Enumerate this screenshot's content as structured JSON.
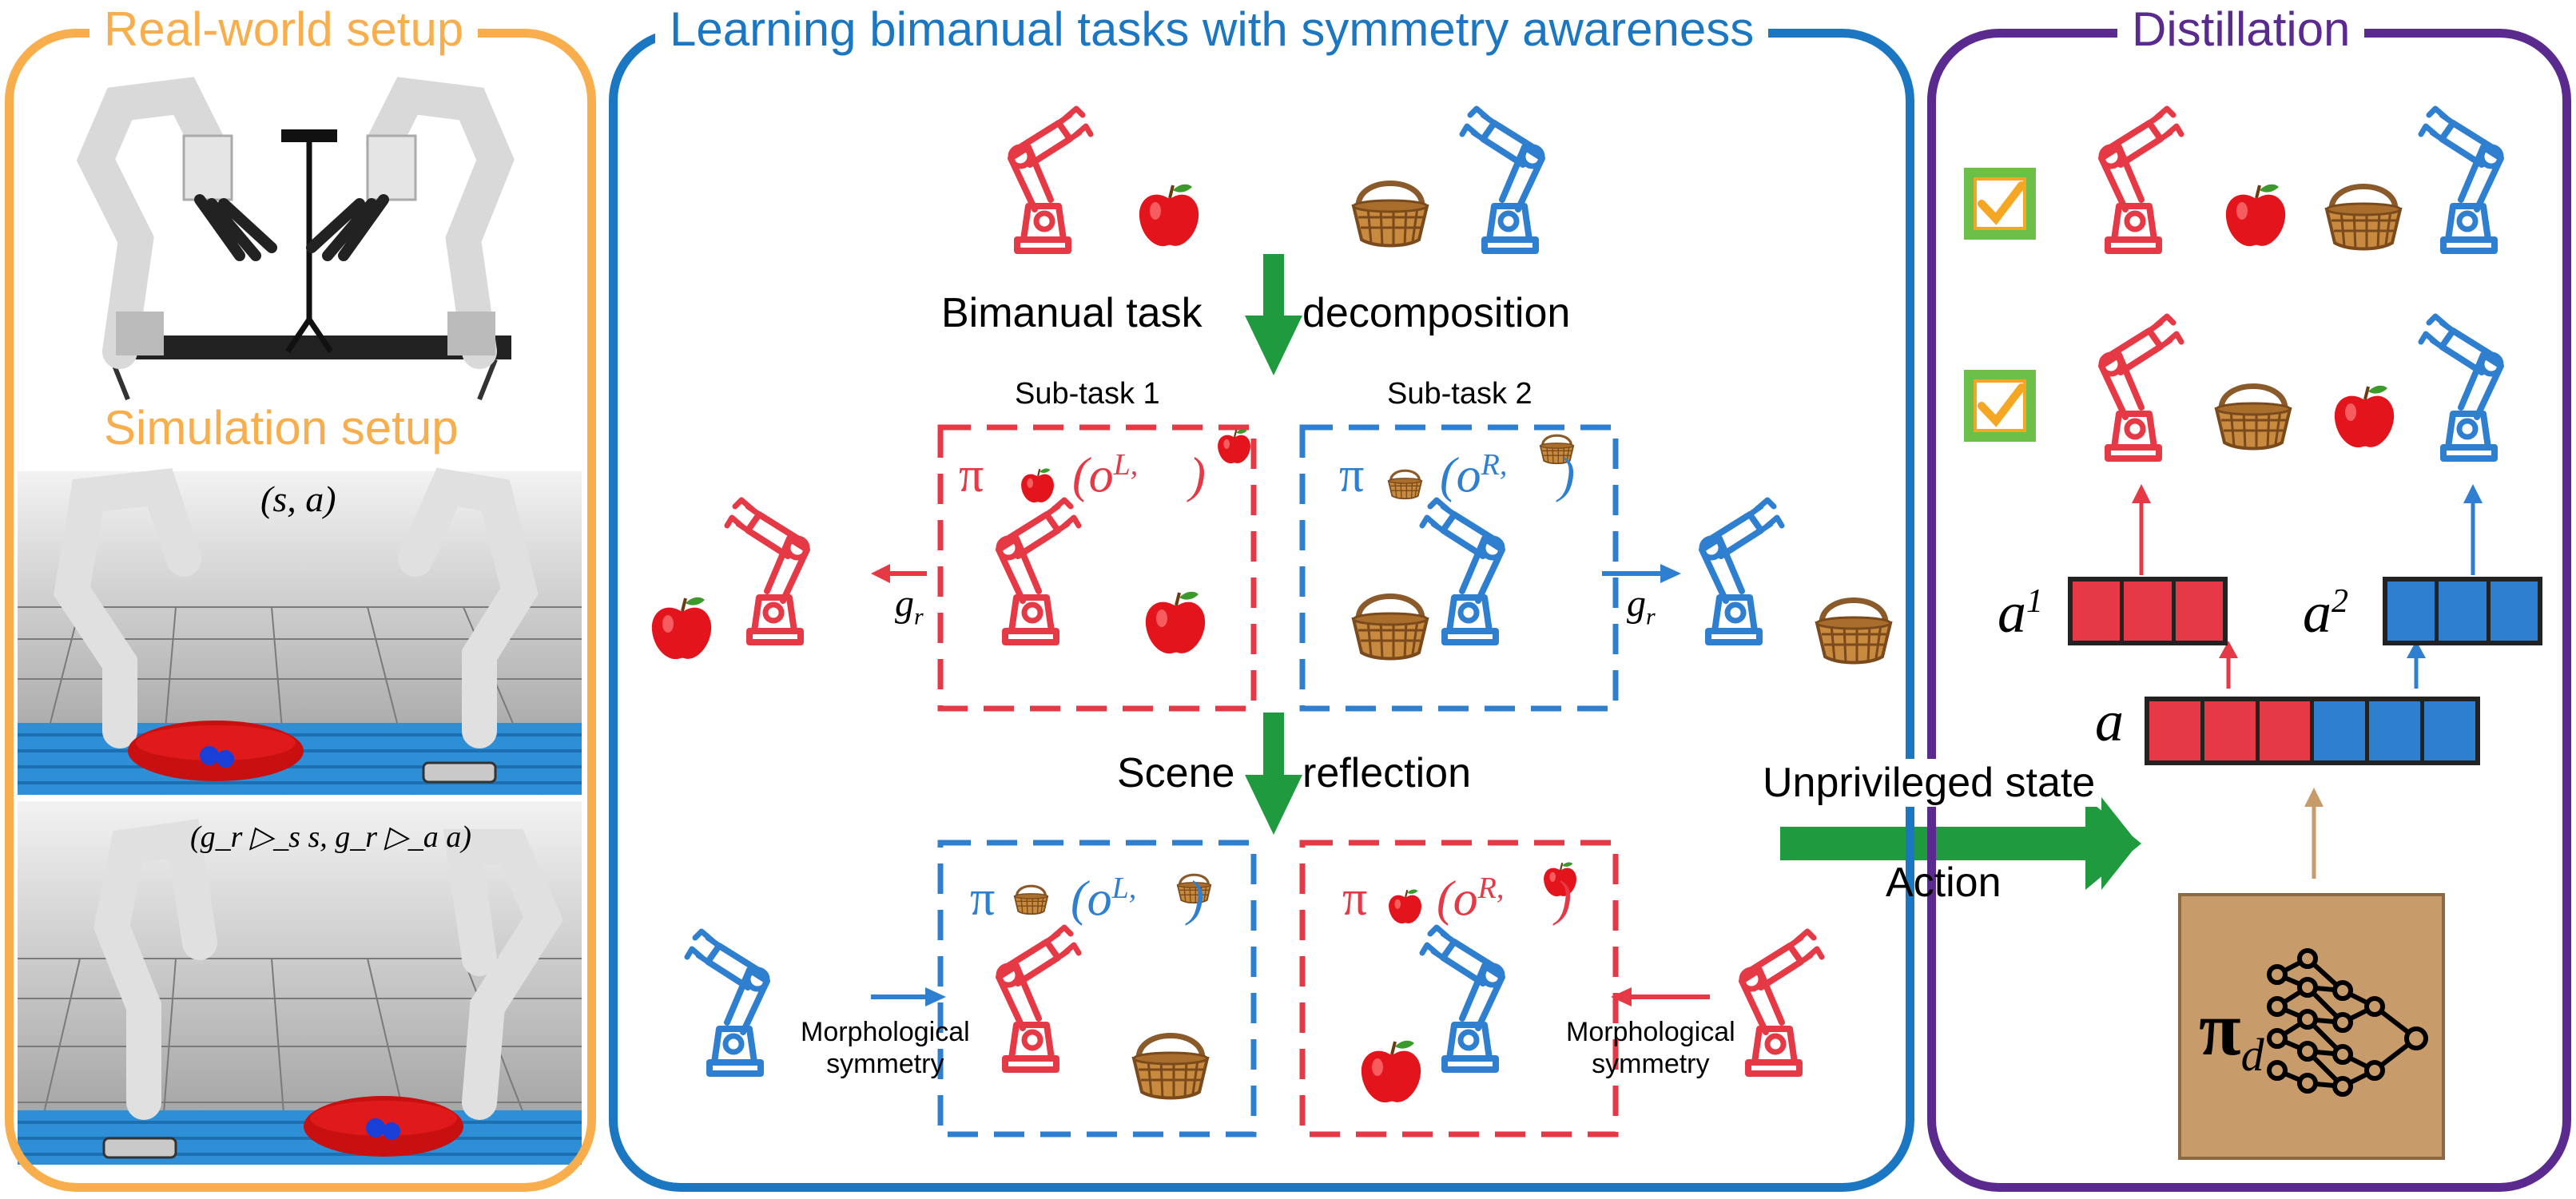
{
  "colors": {
    "orange": "#f9ae4d",
    "blue": "#1c77c3",
    "purple": "#5a2a8e",
    "red": "#e63946",
    "robot_blue": "#2f7fd0",
    "green": "#1f9a3f",
    "tan": "#c89b6a",
    "check_green": "#6cc04a",
    "check_orange": "#f5a623"
  },
  "left_panel": {
    "title_real": "Real-world setup",
    "title_sim": "Simulation setup",
    "sim_top_label": "(s, a)",
    "sim_bottom_label": "(g_r ▷_s s, g_r ▷_a a)"
  },
  "middle_panel": {
    "title": "Learning bimanual tasks with symmetry awareness",
    "decomp_left": "Bimanual task",
    "decomp_right": "decomposition",
    "subtask1": "Sub-task 1",
    "subtask2": "Sub-task 2",
    "g_r": "g",
    "g_r_sub": "r",
    "scene_left": "Scene",
    "scene_right": "reflection",
    "morph_line1": "Morphological",
    "morph_line2": "symmetry",
    "pi": "π",
    "o": "o",
    "sup_L": "L,",
    "sup_R": "R,"
  },
  "right_panel": {
    "title": "Distillation",
    "unpriv": "Unprivileged state",
    "action": "Action",
    "a": "a",
    "a1_sup": "1",
    "a2_sup": "2",
    "pi_d": "π",
    "pi_d_sub": "d"
  },
  "icons": [
    "robot-arm-icon",
    "apple-icon",
    "basket-icon",
    "checkbox-icon",
    "neural-network-icon",
    "camera-tripod-icon"
  ]
}
